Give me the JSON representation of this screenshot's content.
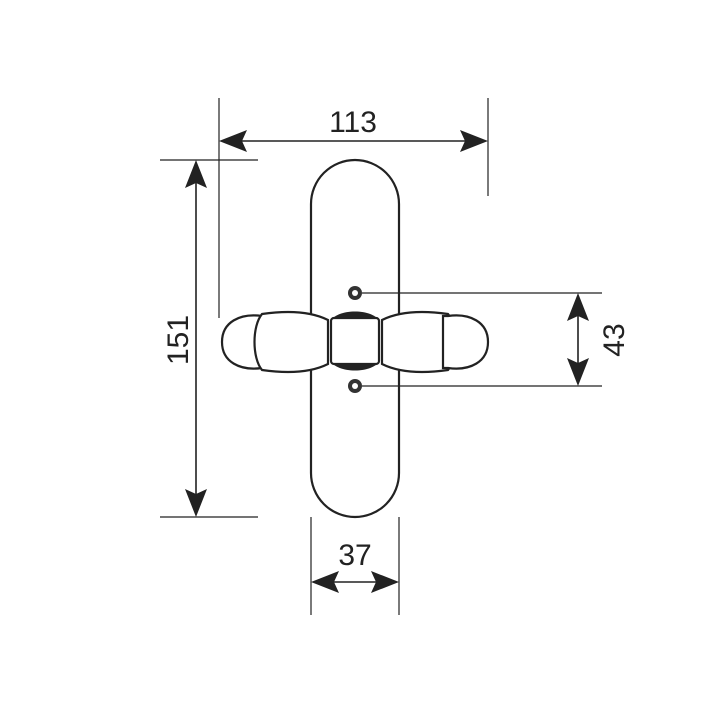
{
  "dimensions": {
    "overall_width": "113",
    "overall_height": "151",
    "screw_spacing": "43",
    "plate_width": "37"
  },
  "colors": {
    "line": "#222222",
    "background": "#ffffff"
  }
}
